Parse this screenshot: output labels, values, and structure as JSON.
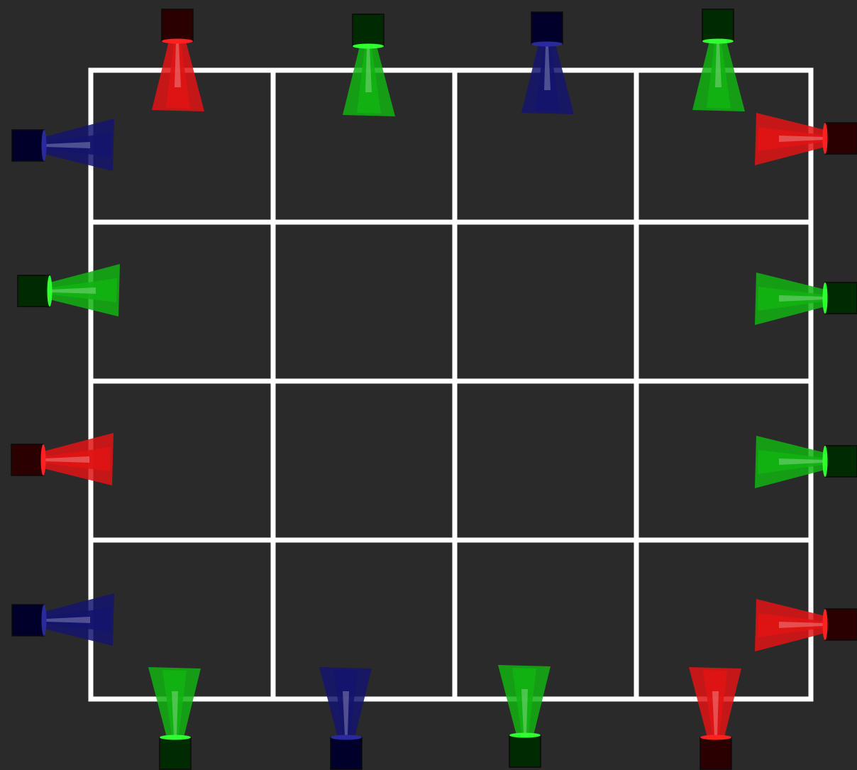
{
  "theme": {
    "background": "#2a2a2a",
    "grid_line": "#ffffff"
  },
  "grid": {
    "rows": 4,
    "cols": 4
  },
  "colors": {
    "red": {
      "beam": "#e01414",
      "body": "#2a0000",
      "lens": "#ff2020"
    },
    "green": {
      "beam": "#12b312",
      "body": "#002a00",
      "lens": "#30ff30"
    },
    "blue": {
      "beam": "#14146e",
      "body": "#00002a",
      "lens": "#2a2aa0"
    }
  },
  "lasers": {
    "top": [
      "red",
      "green",
      "blue",
      "green"
    ],
    "bottom": [
      "green",
      "blue",
      "green",
      "red"
    ],
    "left": [
      "blue",
      "green",
      "red",
      "blue"
    ],
    "right": [
      "red",
      "green",
      "green",
      "red"
    ]
  }
}
